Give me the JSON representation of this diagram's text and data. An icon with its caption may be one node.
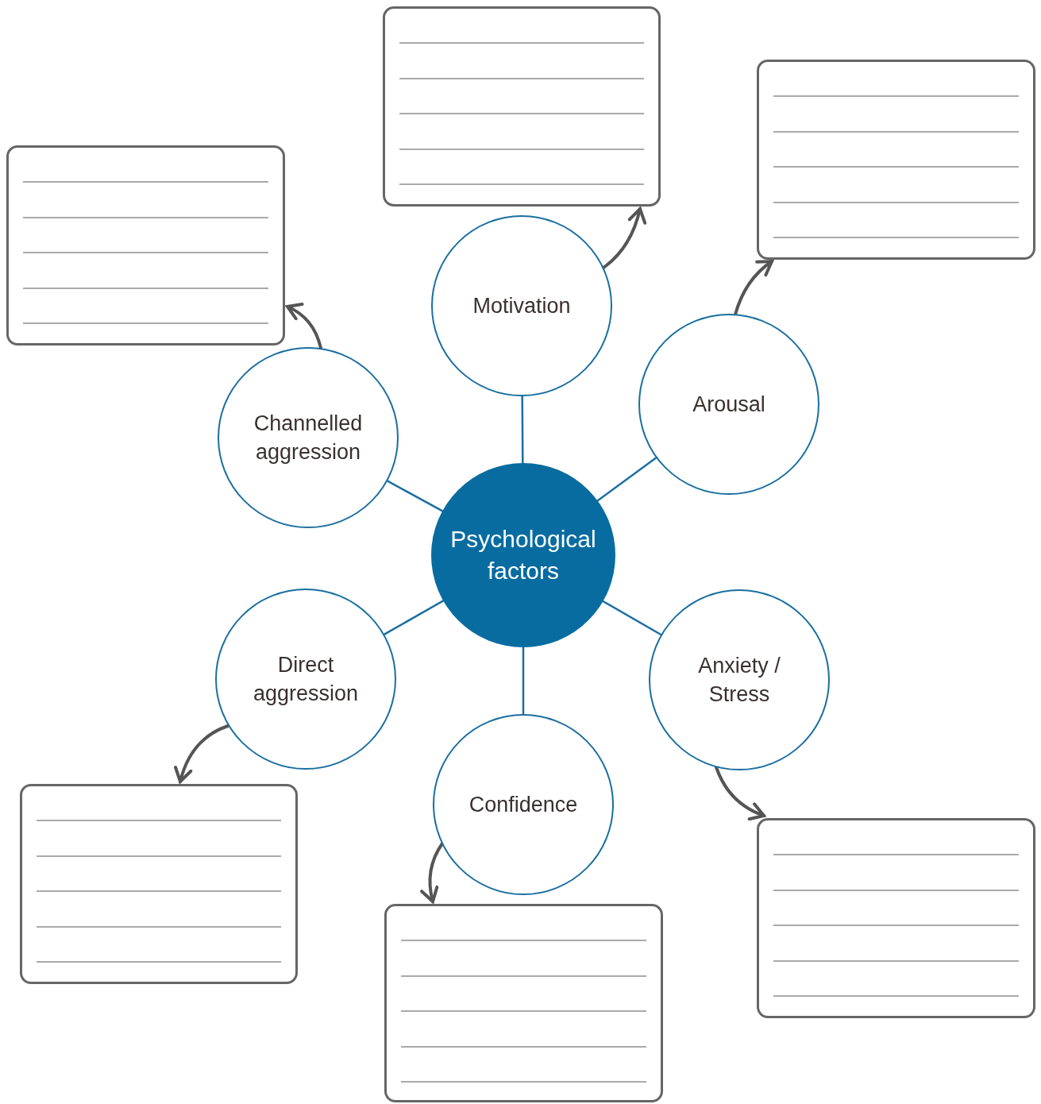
{
  "diagram": {
    "nodes": [
      {
        "text": [],
        "shape": "box"
      },
      {
        "text": [],
        "shape": "box"
      },
      {
        "text": [],
        "shape": "box"
      },
      {
        "text": [
          "Motivation"
        ]
      },
      {
        "text": [
          "Arousal"
        ]
      },
      {
        "text": [
          "Channelled aggression"
        ]
      },
      {
        "text": [
          "Psychological factors"
        ]
      },
      {
        "text": [
          "Direct aggression"
        ]
      },
      {
        "text": [
          "Anxiety / Stress"
        ]
      },
      {
        "text": [
          "Confidence"
        ]
      },
      {
        "text": [],
        "shape": "box"
      },
      {
        "text": [],
        "shape": "box"
      },
      {
        "text": [],
        "shape": "box"
      }
    ],
    "edges": [
      {
        "from": 6,
        "to": 3,
        "arrow": "none",
        "color": "#1a6fa0"
      },
      {
        "from": 6,
        "to": 4,
        "arrow": "none",
        "color": "#1a6fa0"
      },
      {
        "from": 6,
        "to": 5,
        "arrow": "none",
        "color": "#1a6fa0"
      },
      {
        "from": 6,
        "to": 7,
        "arrow": "none",
        "color": "#1a6fa0"
      },
      {
        "from": 6,
        "to": 8,
        "arrow": "none",
        "color": "#1a6fa0"
      },
      {
        "from": 6,
        "to": 9,
        "arrow": "none",
        "color": "#1a6fa0"
      },
      {
        "from": 3,
        "to": 0,
        "arrow": "to",
        "color": "#555555"
      },
      {
        "from": 4,
        "to": 1,
        "arrow": "to",
        "color": "#555555"
      },
      {
        "from": 5,
        "to": 2,
        "arrow": "to",
        "color": "#555555"
      },
      {
        "from": 7,
        "to": 10,
        "arrow": "to",
        "color": "#555555"
      },
      {
        "from": 8,
        "to": 11,
        "arrow": "to",
        "color": "#555555"
      },
      {
        "from": 9,
        "to": 12,
        "arrow": "to",
        "color": "#555555"
      }
    ]
  }
}
